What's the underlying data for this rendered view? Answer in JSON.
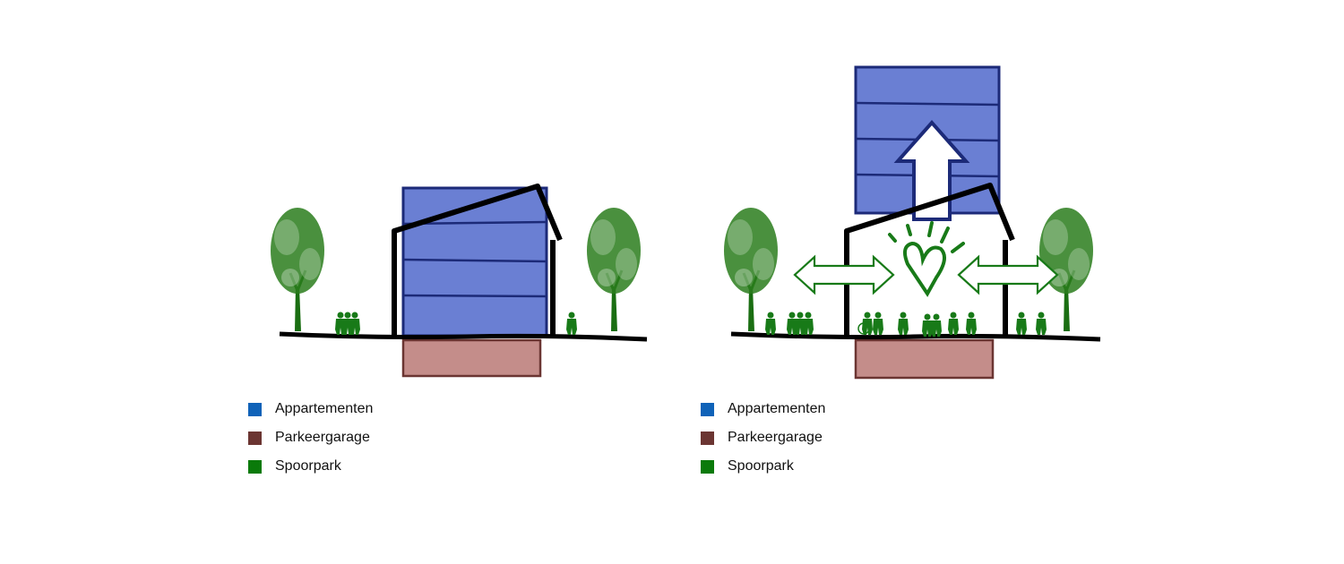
{
  "colors": {
    "appartementen": "#0f62b8",
    "parkeergarage": "#6b3532",
    "spoorpark": "#0a7a0a",
    "block_fill": "#6a7fd3",
    "block_stroke": "#1c2a78",
    "garage_fill": "#c48d8a",
    "tree": "#1a6e12"
  },
  "legends": [
    {
      "items": [
        {
          "label": "Appartementen",
          "color": "#0f62b8"
        },
        {
          "label": "Parkeergarage",
          "color": "#6b3532"
        },
        {
          "label": "Spoorpark",
          "color": "#0a7a0a"
        }
      ]
    },
    {
      "items": [
        {
          "label": "Appartementen",
          "color": "#0f62b8"
        },
        {
          "label": "Parkeergarage",
          "color": "#6b3532"
        },
        {
          "label": "Spoorpark",
          "color": "#0a7a0a"
        }
      ]
    }
  ]
}
